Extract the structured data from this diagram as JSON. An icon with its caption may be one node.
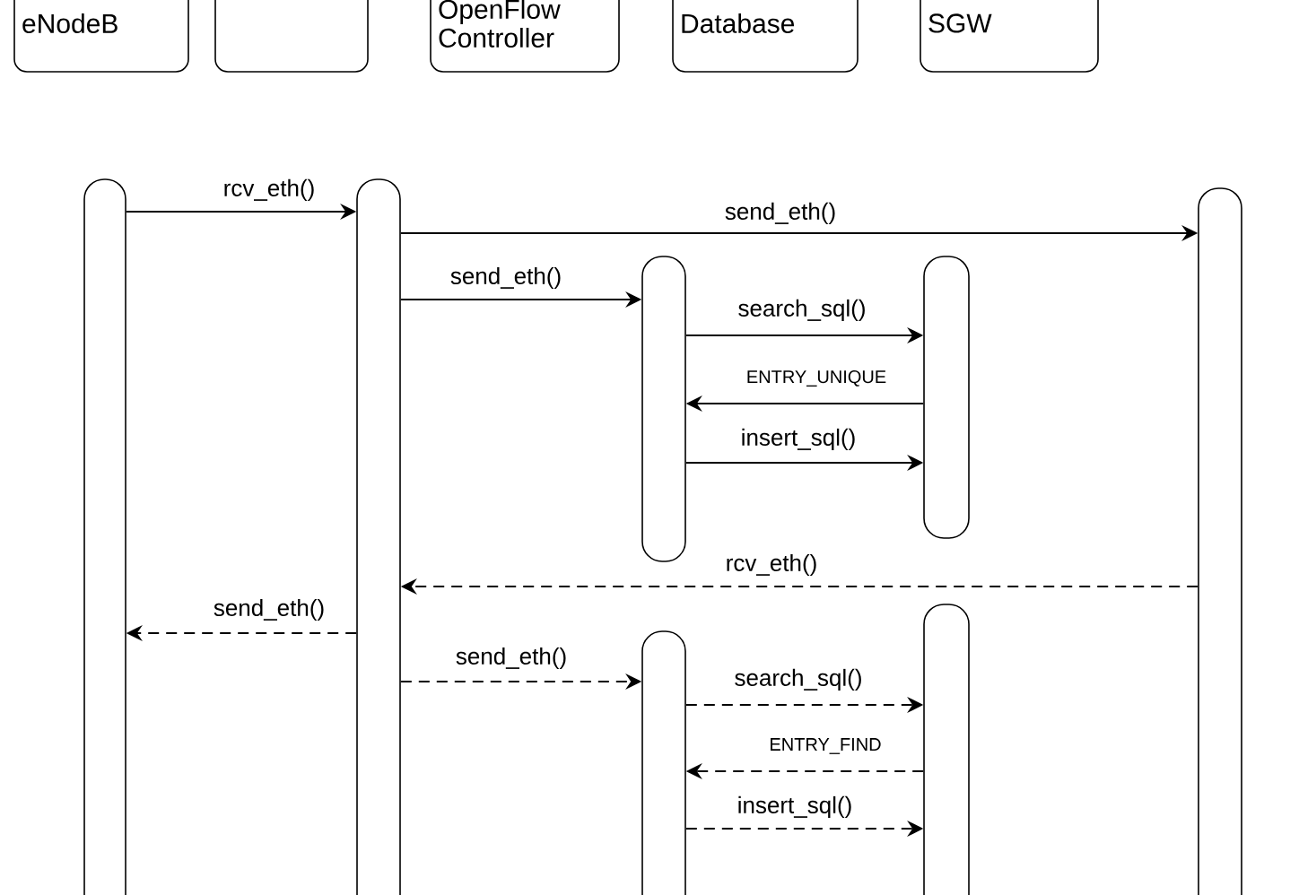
{
  "diagram": {
    "nodes": [
      {
        "text": [
          "eNodeB"
        ]
      },
      {
        "text": [],
        "shape": "box"
      },
      {
        "text": [
          "OpenFlow Controller"
        ]
      },
      {
        "text": [
          "Database"
        ]
      },
      {
        "text": [
          "SGW"
        ]
      },
      {
        "text": [],
        "shape": "bar"
      },
      {
        "text": [],
        "shape": "bar"
      },
      {
        "text": [],
        "shape": "bar"
      },
      {
        "text": [],
        "shape": "bar"
      },
      {
        "text": [],
        "shape": "bar"
      },
      {
        "text": [],
        "shape": "bar"
      },
      {
        "text": [],
        "shape": "bar"
      }
    ],
    "edges": [
      {
        "from": 5,
        "to": 6,
        "arrow": "to",
        "label": "rcv_eth()"
      },
      {
        "from": 6,
        "to": 9,
        "arrow": "to",
        "label": "send_eth()"
      },
      {
        "from": 6,
        "to": 7,
        "arrow": "to",
        "label": "send_eth()"
      },
      {
        "from": 7,
        "to": 8,
        "arrow": "to",
        "label": "search_sql()"
      },
      {
        "from": 8,
        "to": 7,
        "arrow": "to",
        "label": "ENTRY_UNIQUE"
      },
      {
        "from": 7,
        "to": 8,
        "arrow": "to",
        "label": "insert_sql()"
      },
      {
        "from": 9,
        "to": 6,
        "arrow": "to",
        "label": "rcv_eth()",
        "style": "dashed"
      },
      {
        "from": 6,
        "to": 5,
        "arrow": "to",
        "label": "send_eth()",
        "style": "dashed"
      },
      {
        "from": 6,
        "to": 10,
        "arrow": "to",
        "label": "send_eth()",
        "style": "dashed"
      },
      {
        "from": 10,
        "to": 11,
        "arrow": "to",
        "label": "search_sql()",
        "style": "dashed"
      },
      {
        "from": 11,
        "to": 10,
        "arrow": "to",
        "label": "ENTRY_FIND",
        "style": "dashed"
      },
      {
        "from": 10,
        "to": 11,
        "arrow": "to",
        "label": "insert_sql()",
        "style": "dashed"
      }
    ]
  }
}
